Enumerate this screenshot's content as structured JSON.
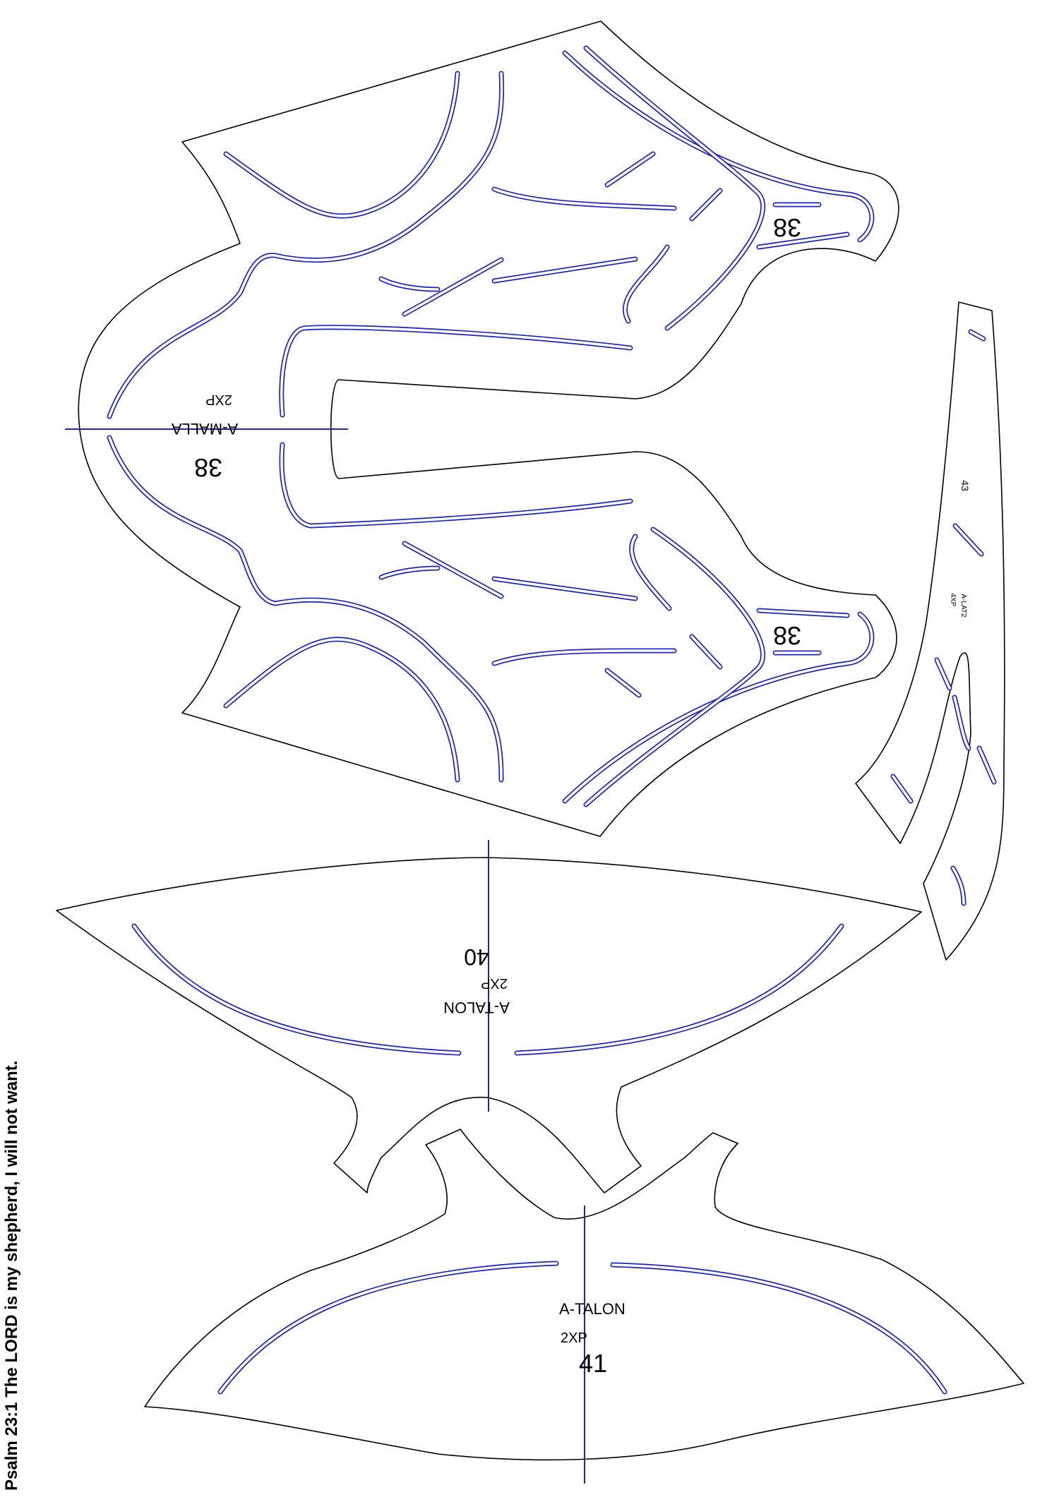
{
  "verse": "Psalm 23:1 The LORD is my shepherd, I will not want.",
  "colors": {
    "outline": "#000000",
    "stitch_line": "#1a22c8",
    "background": "#ffffff"
  },
  "pieces": {
    "malla": {
      "name": "A-MALLA",
      "qty": "2XP",
      "size_main": "38",
      "size_top": "38",
      "size_bottom": "38"
    },
    "lat2": {
      "name": "A-LAT2",
      "qty": "4XP",
      "size": "43"
    },
    "talon_upper": {
      "name": "A-TALON",
      "qty": "2XP",
      "size": "40"
    },
    "talon_lower": {
      "name": "A-TALON",
      "qty": "2XP",
      "size": "41"
    }
  }
}
